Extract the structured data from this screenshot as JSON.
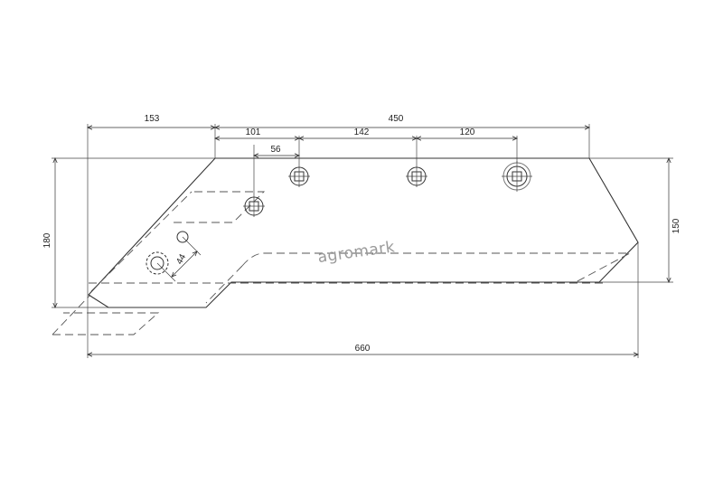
{
  "drawing": {
    "watermark": "agromark",
    "dimensions": {
      "d153": "153",
      "d450": "450",
      "d101": "101",
      "d142": "142",
      "d120": "120",
      "d56": "56",
      "d180": "180",
      "d150": "150",
      "d660": "660",
      "d44": "44"
    }
  }
}
